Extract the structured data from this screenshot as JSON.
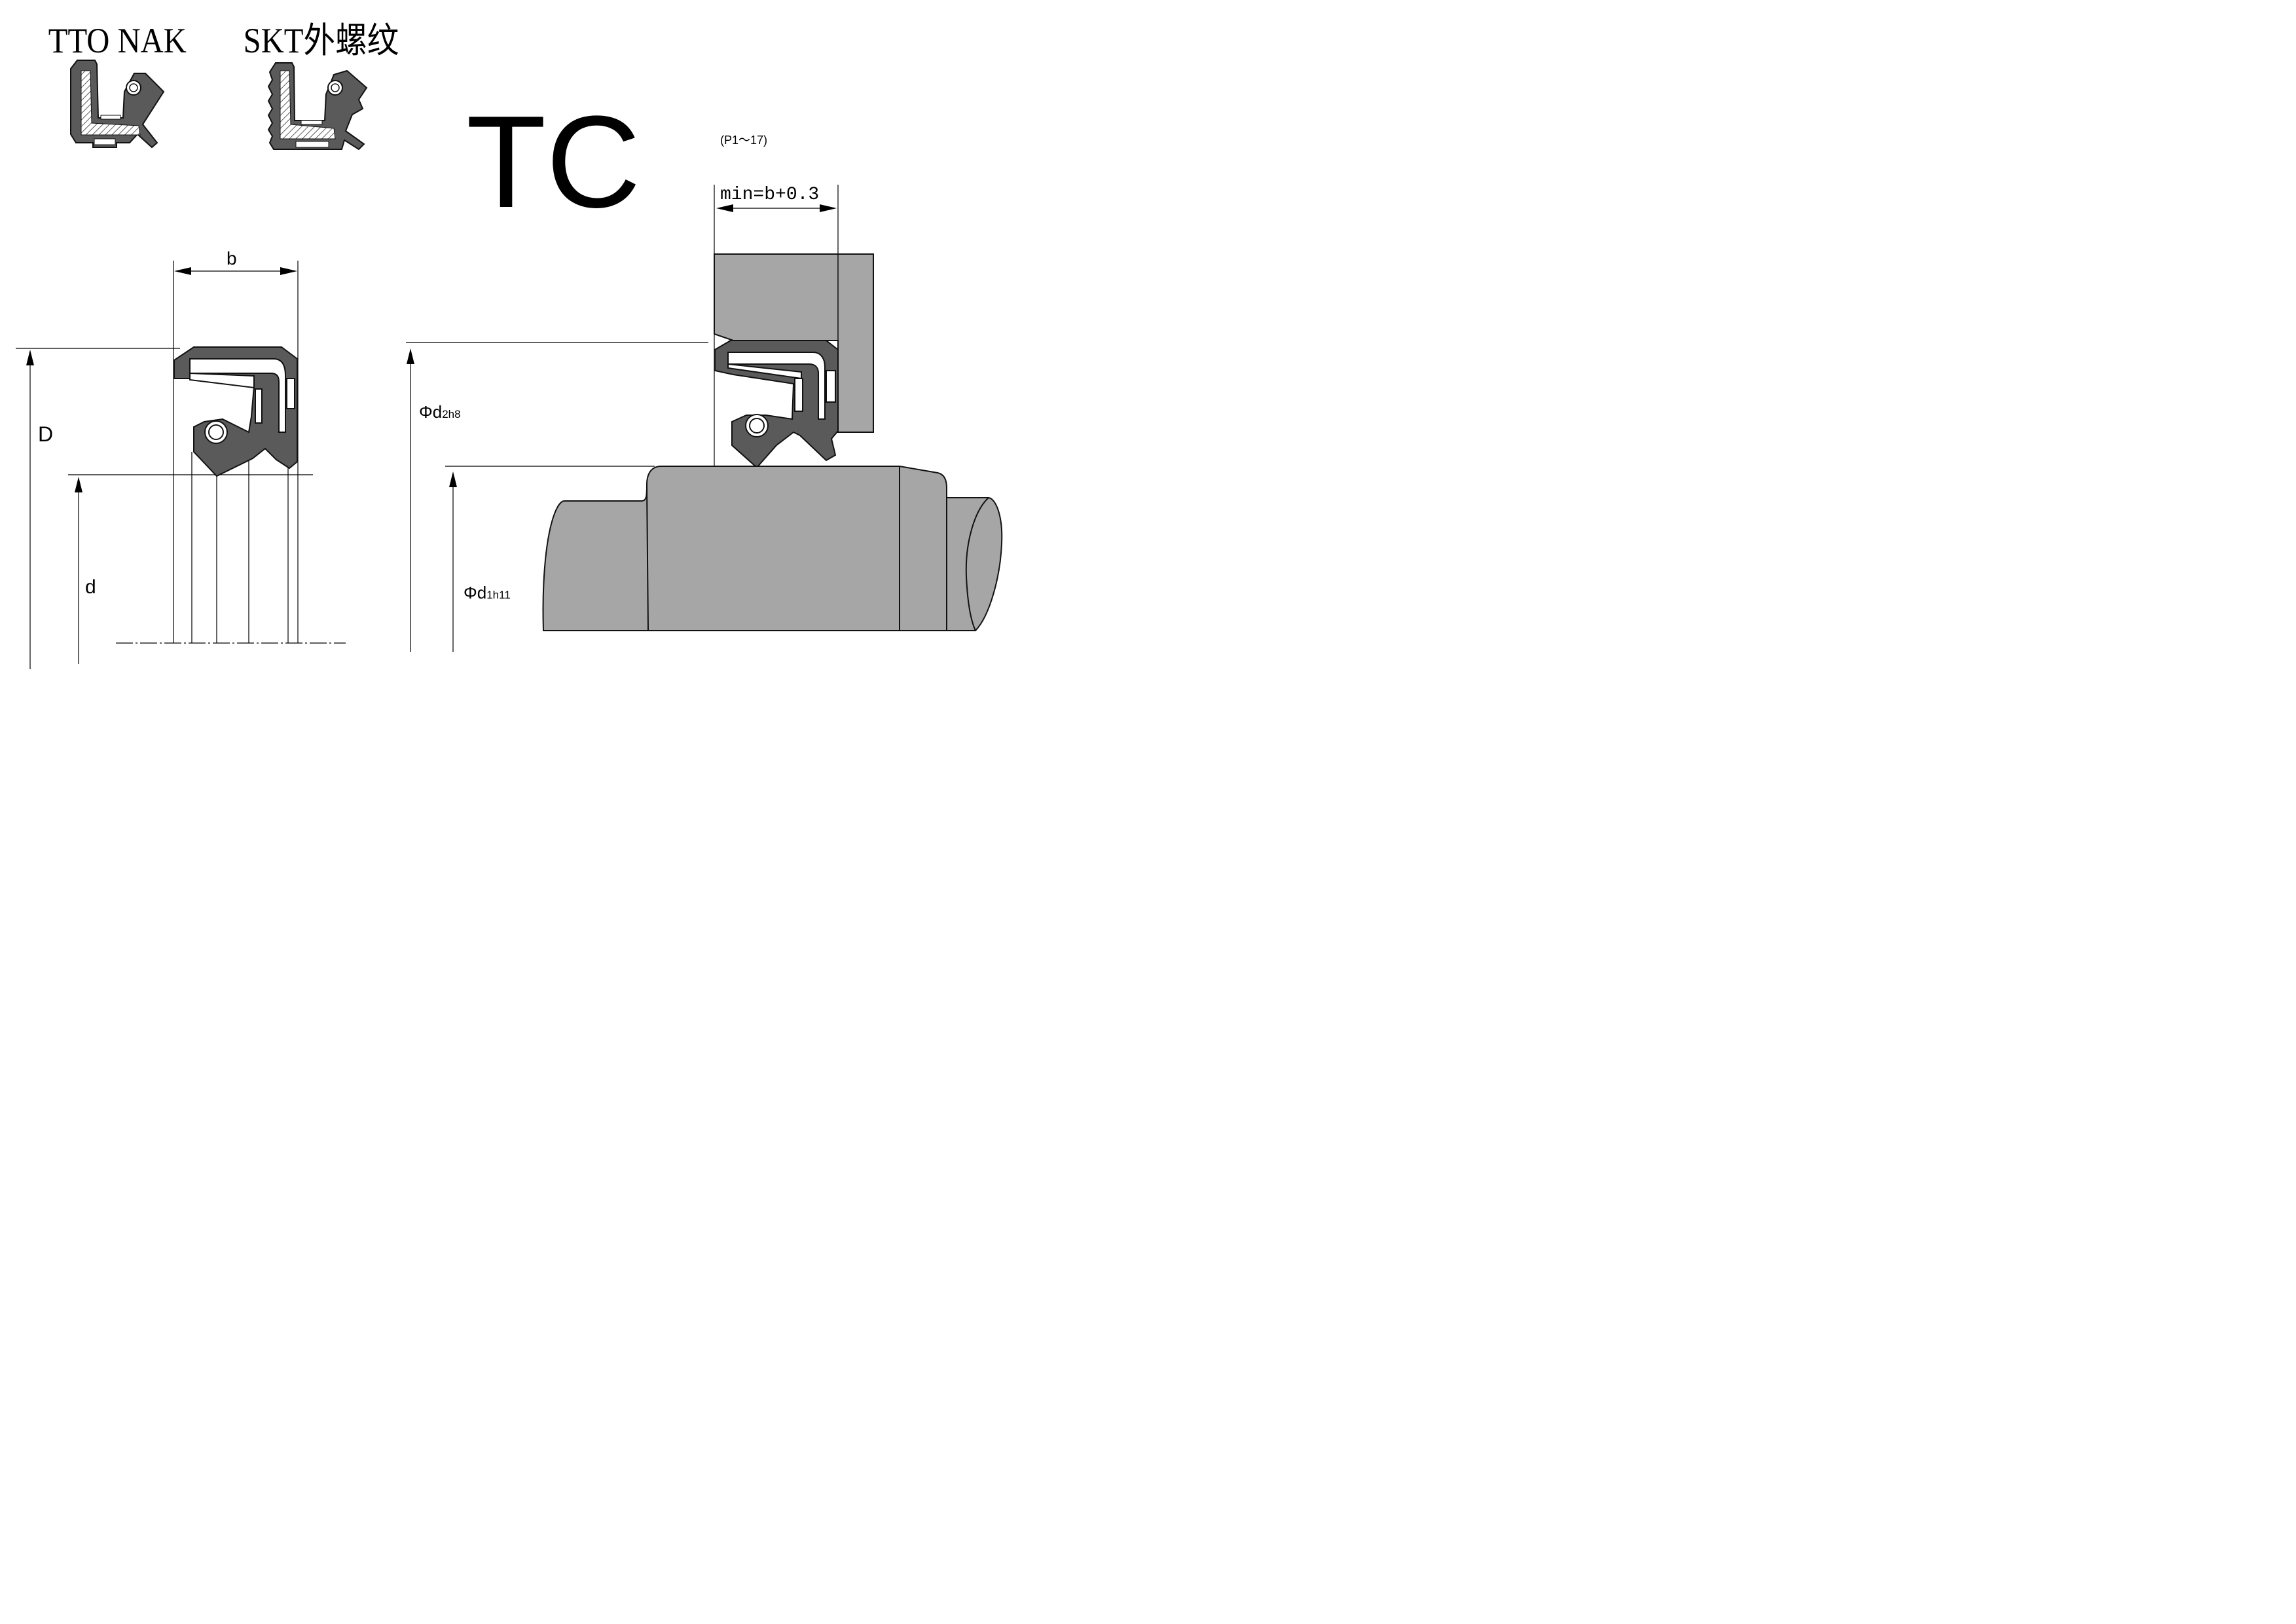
{
  "labels": {
    "brand1": "TTO NAK",
    "brand2": "SKT外螺纹",
    "title": "TC",
    "pressure": "(P1～17)",
    "min_formula": "min=b+0.3",
    "b": "b",
    "D": "D",
    "d": "d",
    "phi": "Φ",
    "d2": "d",
    "d2_sub": "2h8",
    "d1": "d",
    "d1_sub": "1h11"
  },
  "colors": {
    "seal": "#5a5a5a",
    "housing": "#a6a6a6",
    "shaft": "#a6a6a6"
  }
}
